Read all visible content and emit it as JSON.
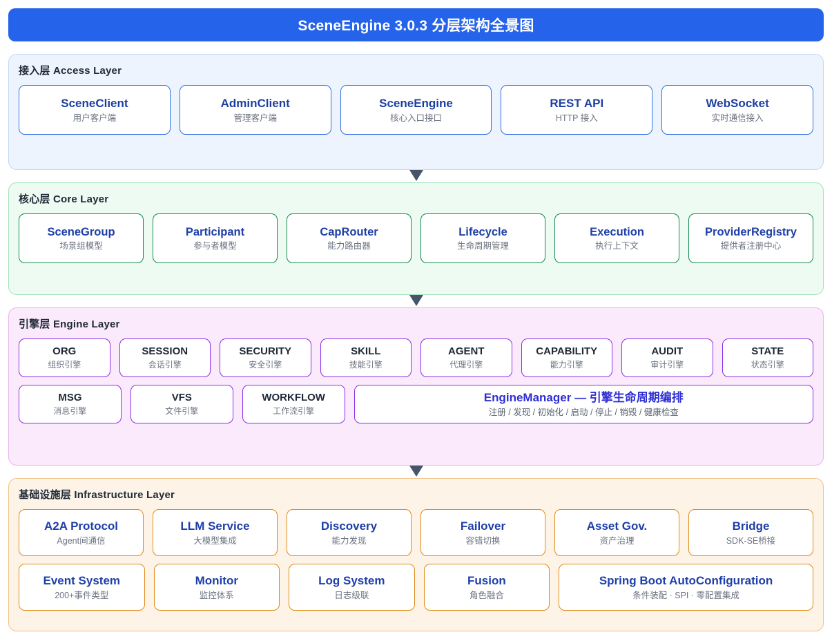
{
  "header": {
    "title": "SceneEngine 3.0.3 分层架构全景图",
    "bg_color": "#2563eb",
    "text_color": "#ffffff"
  },
  "connector": {
    "icon": "arrow-down-triangle-icon",
    "color": "#475569",
    "count": 3
  },
  "layers": [
    {
      "id": "access",
      "title": "接入层 Access Layer",
      "bg_color": "#eef4fe",
      "border_color": "#bfd8f7",
      "card_border_color": "#2f6fe0",
      "rows": [
        [
          {
            "title": "SceneClient",
            "sub": "用户客户端"
          },
          {
            "title": "AdminClient",
            "sub": "管理客户端"
          },
          {
            "title": "SceneEngine",
            "sub": "核心入口接口"
          },
          {
            "title": "REST API",
            "sub": "HTTP 接入"
          },
          {
            "title": "WebSocket",
            "sub": "实时通信接入"
          }
        ]
      ]
    },
    {
      "id": "core",
      "title": "核心层 Core Layer",
      "bg_color": "#eefbf2",
      "border_color": "#9fe3bb",
      "card_border_color": "#0f8a4d",
      "rows": [
        [
          {
            "title": "SceneGroup",
            "sub": "场景组模型"
          },
          {
            "title": "Participant",
            "sub": "参与者模型"
          },
          {
            "title": "CapRouter",
            "sub": "能力路由器"
          },
          {
            "title": "Lifecycle",
            "sub": "生命周期管理"
          },
          {
            "title": "Execution",
            "sub": "执行上下文"
          },
          {
            "title": "ProviderRegistry",
            "sub": "提供者注册中心"
          }
        ]
      ]
    },
    {
      "id": "engine",
      "title": "引擎层 Engine Layer",
      "bg_color": "#fbeafb",
      "border_color": "#e7b9ee",
      "card_border_color": "#8b2fe8",
      "rows": [
        [
          {
            "title": "ORG",
            "sub": "组织引擎"
          },
          {
            "title": "SESSION",
            "sub": "会话引擎"
          },
          {
            "title": "SECURITY",
            "sub": "安全引擎"
          },
          {
            "title": "SKILL",
            "sub": "技能引擎"
          },
          {
            "title": "AGENT",
            "sub": "代理引擎"
          },
          {
            "title": "CAPABILITY",
            "sub": "能力引擎"
          },
          {
            "title": "AUDIT",
            "sub": "审计引擎"
          },
          {
            "title": "STATE",
            "sub": "状态引擎"
          }
        ],
        [
          {
            "title": "MSG",
            "sub": "消息引擎"
          },
          {
            "title": "VFS",
            "sub": "文件引擎"
          },
          {
            "title": "WORKFLOW",
            "sub": "工作流引擎"
          },
          {
            "title": "EngineManager — 引擎生命周期编排",
            "sub": "注册 / 发现 / 初始化 / 启动 / 停止 / 销毁 / 健康检查",
            "wide": true
          }
        ]
      ]
    },
    {
      "id": "infra",
      "title": "基础设施层 Infrastructure Layer",
      "bg_color": "#fdf4e7",
      "border_color": "#f2c183",
      "card_border_color": "#e08a17",
      "rows": [
        [
          {
            "title": "A2A Protocol",
            "sub": "Agent间通信"
          },
          {
            "title": "LLM Service",
            "sub": "大模型集成"
          },
          {
            "title": "Discovery",
            "sub": "能力发现"
          },
          {
            "title": "Failover",
            "sub": "容错切换"
          },
          {
            "title": "Asset Gov.",
            "sub": "资产治理"
          },
          {
            "title": "Bridge",
            "sub": "SDK-SE桥接"
          }
        ],
        [
          {
            "title": "Event System",
            "sub": "200+事件类型"
          },
          {
            "title": "Monitor",
            "sub": "监控体系"
          },
          {
            "title": "Log System",
            "sub": "日志级联"
          },
          {
            "title": "Fusion",
            "sub": "角色融合"
          },
          {
            "title": "Spring Boot AutoConfiguration",
            "sub": "条件装配 · SPI · 零配置集成",
            "span2": true
          }
        ]
      ]
    }
  ]
}
